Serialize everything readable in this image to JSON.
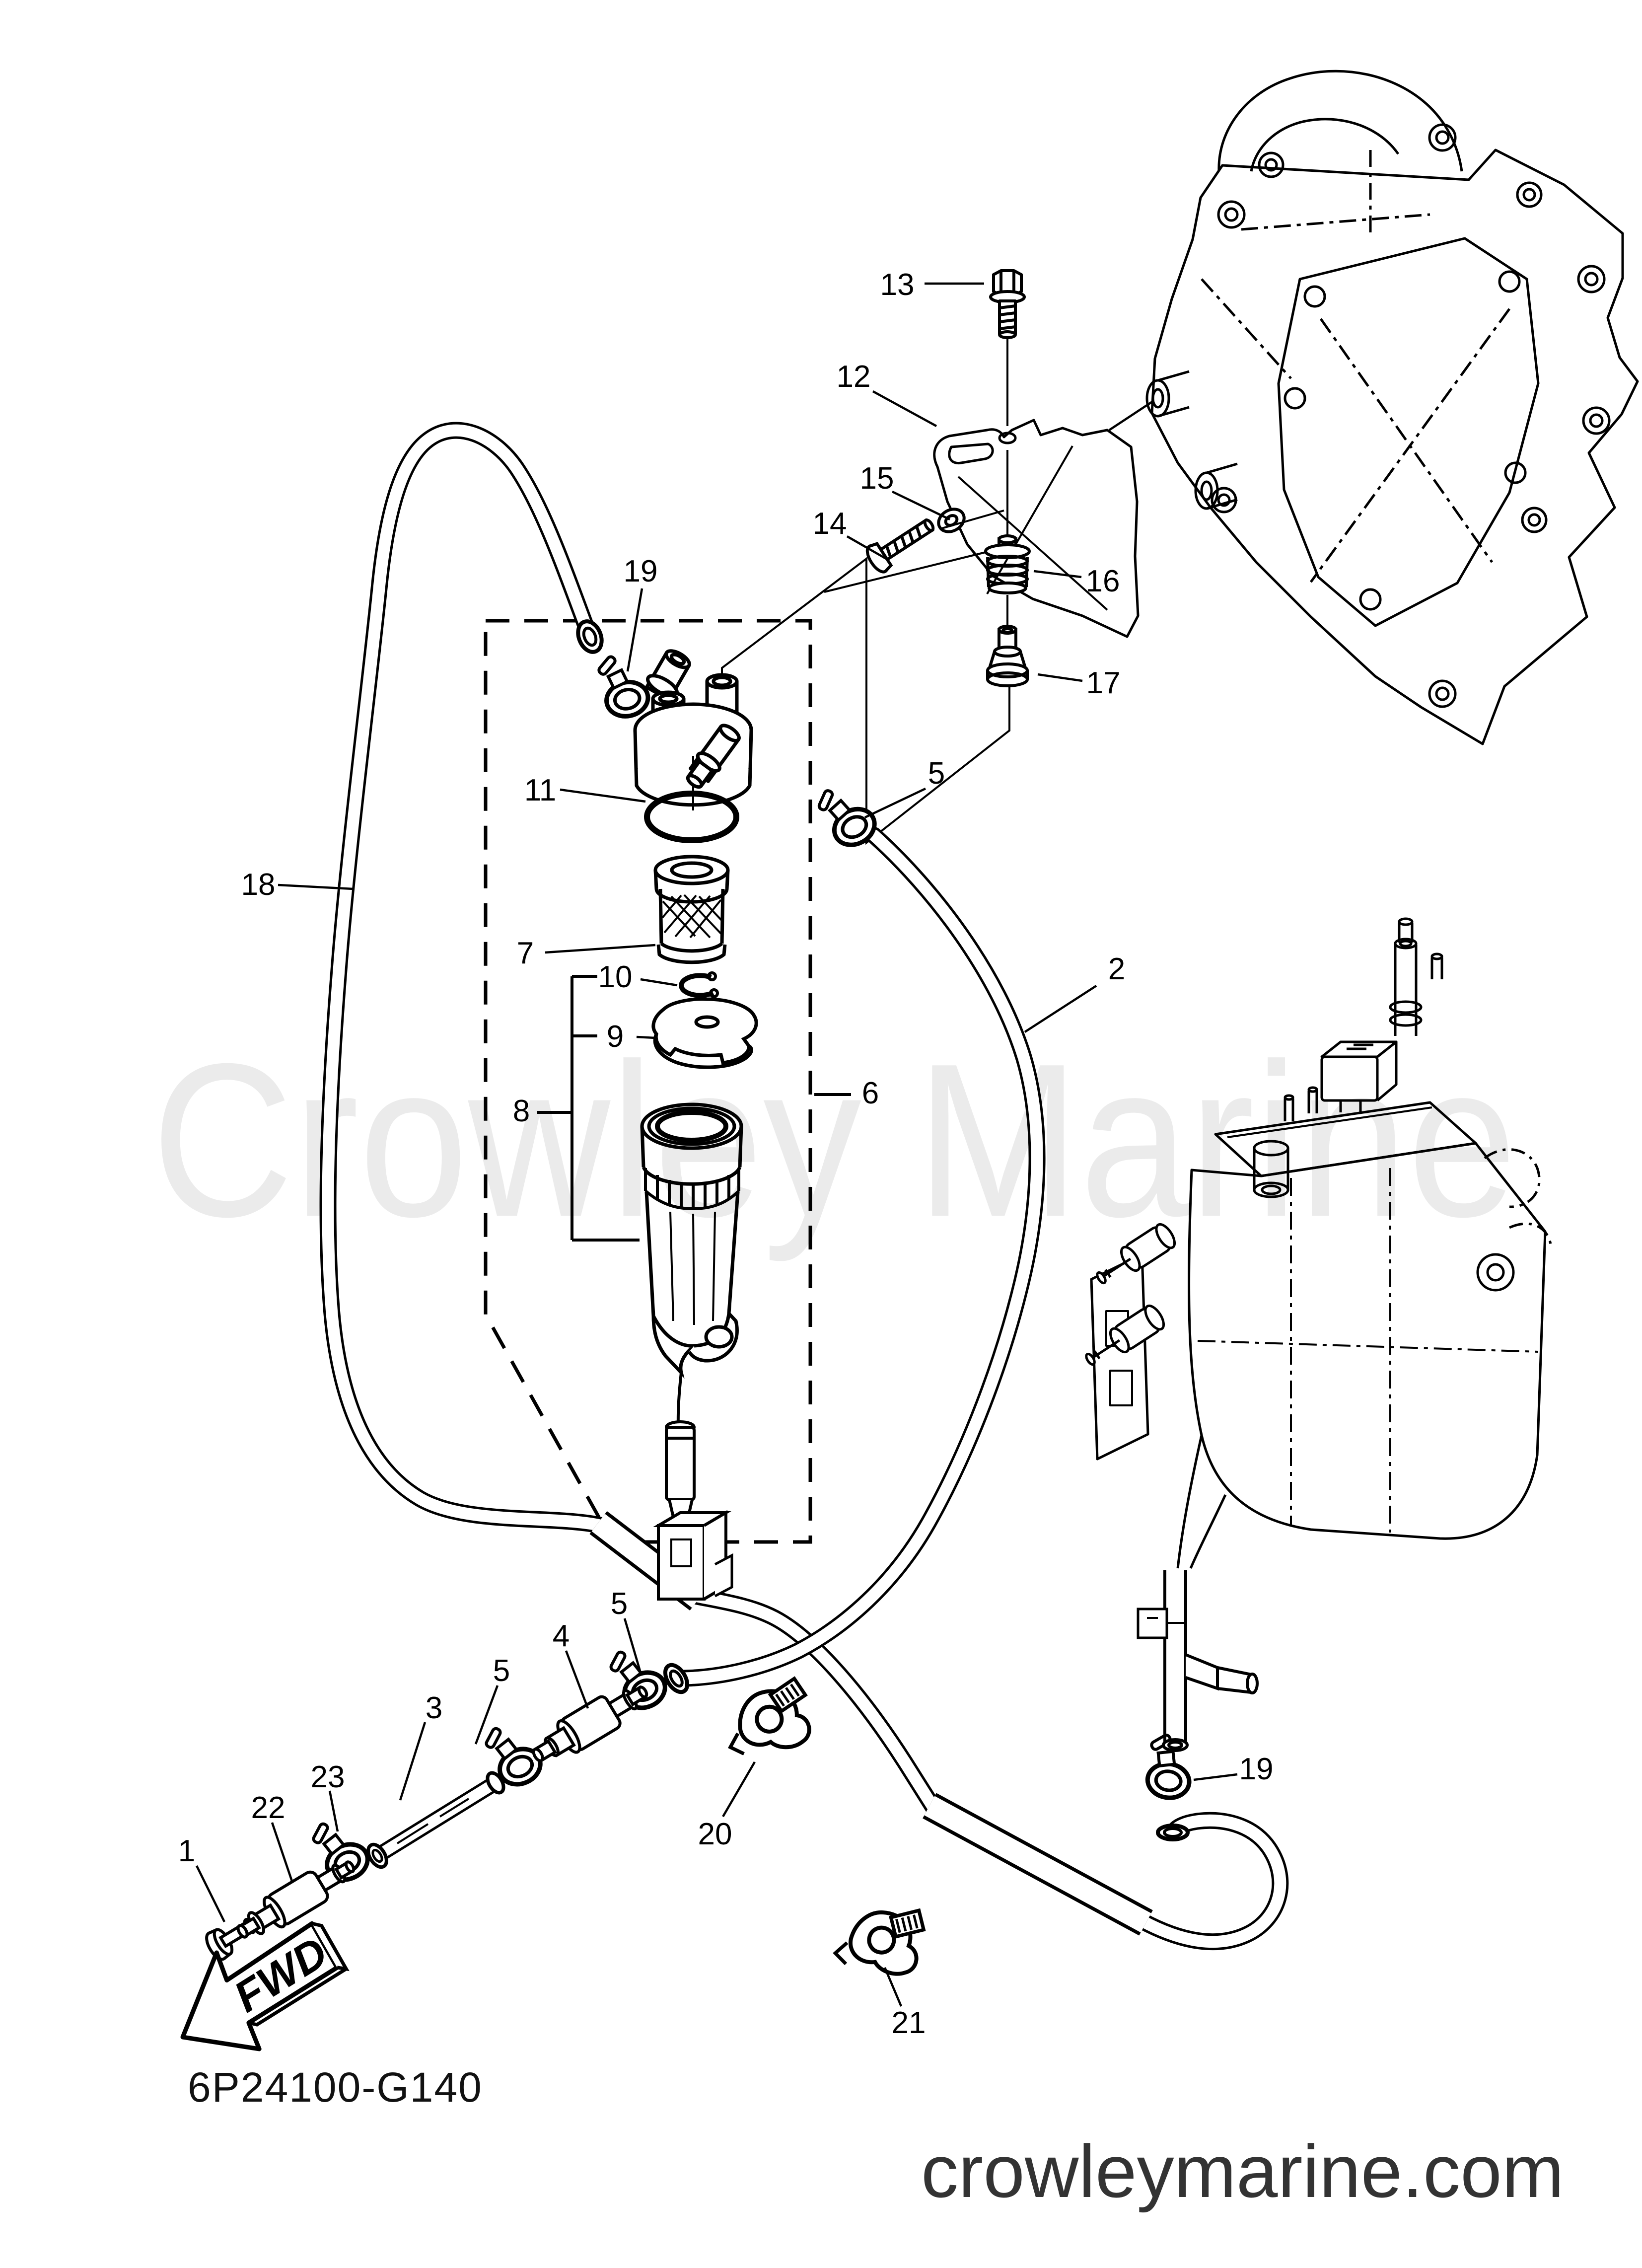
{
  "diagram": {
    "watermark": "Crowley Marine",
    "code": "6P24100-G140",
    "website": "crowleymarine.com",
    "fwd": "FWD",
    "ink_color": "#000000",
    "watermark_color": "#ebebeb",
    "website_color": "#333333"
  },
  "callouts": {
    "c1": {
      "text": "1"
    },
    "c2": {
      "text": "2"
    },
    "c3": {
      "text": "3"
    },
    "c4": {
      "text": "4"
    },
    "c5t": {
      "text": "5"
    },
    "c5a": {
      "text": "5"
    },
    "c5b": {
      "text": "5"
    },
    "c6": {
      "text": "6"
    },
    "c7": {
      "text": "7"
    },
    "c8": {
      "text": "8"
    },
    "c9": {
      "text": "9"
    },
    "c10": {
      "text": "10"
    },
    "c11": {
      "text": "11"
    },
    "c12": {
      "text": "12"
    },
    "c13": {
      "text": "13"
    },
    "c14": {
      "text": "14"
    },
    "c15": {
      "text": "15"
    },
    "c16": {
      "text": "16"
    },
    "c17": {
      "text": "17"
    },
    "c18": {
      "text": "18"
    },
    "c19a": {
      "text": "19"
    },
    "c19b": {
      "text": "19"
    },
    "c20": {
      "text": "20"
    },
    "c21": {
      "text": "21"
    },
    "c22": {
      "text": "22"
    },
    "c23": {
      "text": "23"
    }
  }
}
